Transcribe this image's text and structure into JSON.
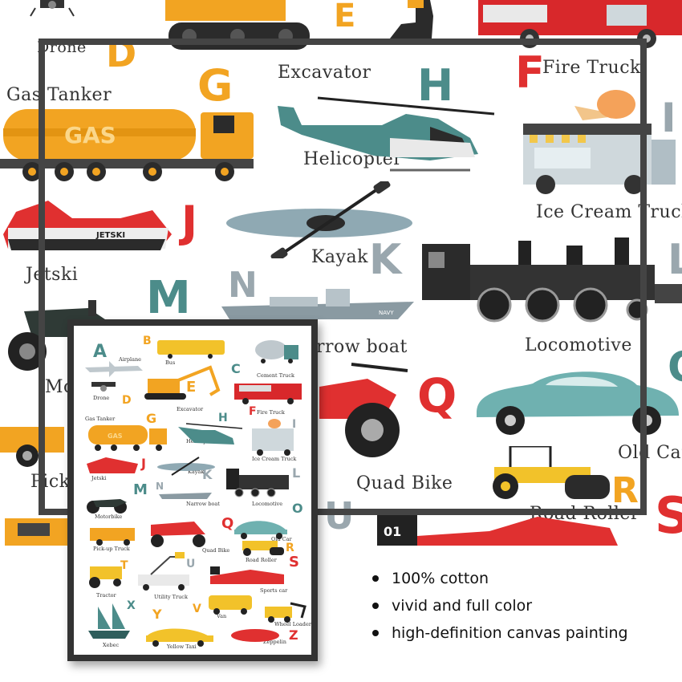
{
  "letters": {
    "D": "D",
    "E": "E",
    "F": "F",
    "G": "G",
    "H": "H",
    "I": "I",
    "J": "J",
    "K": "K",
    "L": "L",
    "M": "M",
    "N": "N",
    "O": "O",
    "Q": "Q",
    "R": "R",
    "S": "S",
    "U": "U"
  },
  "labels": {
    "drone": "Drone",
    "gas_tanker": "Gas Tanker",
    "excavator": "Excavator",
    "fire_truck": "Fire Truck",
    "helicopter": "Helicopter",
    "ice_cream_truck": "Ice Cream Truck",
    "jetski": "Jetski",
    "kayak": "Kayak",
    "locomotive": "Locomotive",
    "narrow_boat": "rrow boat",
    "motorbike_partial": "Mo",
    "quad_bike": "Quad Bike",
    "old_car": "Old Car",
    "pickup_partial": "Pick-",
    "road_roller": "Road Roller"
  },
  "vehicle_text": {
    "gas": "GAS",
    "jetski": "JETSKI",
    "navy": "NAVY",
    "car_number": "01"
  },
  "poster": {
    "letters": [
      "A",
      "B",
      "C",
      "D",
      "E",
      "F",
      "G",
      "H",
      "I",
      "J",
      "K",
      "L",
      "M",
      "N",
      "O",
      "Q",
      "R",
      "S",
      "T",
      "U",
      "V",
      "X",
      "Y",
      "Z"
    ],
    "labels": {
      "airplane": "Airplane",
      "bus": "Bus",
      "cement_truck": "Cement Truck",
      "drone": "Drone",
      "excavator": "Excavator",
      "fire_truck": "Fire Truck",
      "gas_tanker": "Gas Tanker",
      "helicopter": "Helicopter",
      "ice_cream_truck": "Ice Cream Truck",
      "jetski": "Jetski",
      "kayak": "Kayak",
      "narrow_boat": "Narrow boat",
      "locomotive": "Locomotive",
      "motorbike": "Motorbike",
      "old_car": "Old Car",
      "pickup_truck": "Pick-up Truck",
      "quad_bike": "Quad Bike",
      "road_roller": "Road Roller",
      "tractor": "Tractor",
      "utility_truck": "Utility Truck",
      "sports_car": "Sports car",
      "van": "Van",
      "wheel_loader": "Wheel Loader",
      "xebec": "Xebec",
      "yellow_taxi": "Yellow Taxi",
      "zeppelin": "Zeppelin",
      "gas": "GAS"
    }
  },
  "features": [
    "100% cotton",
    "vivid and full color",
    "high-definition canvas painting"
  ],
  "colors": {
    "frame": "#444444",
    "letter_orange": "#f2a422",
    "letter_red": "#e03030",
    "letter_teal": "#4c8c8a",
    "letter_gray": "#9aa7ae"
  }
}
